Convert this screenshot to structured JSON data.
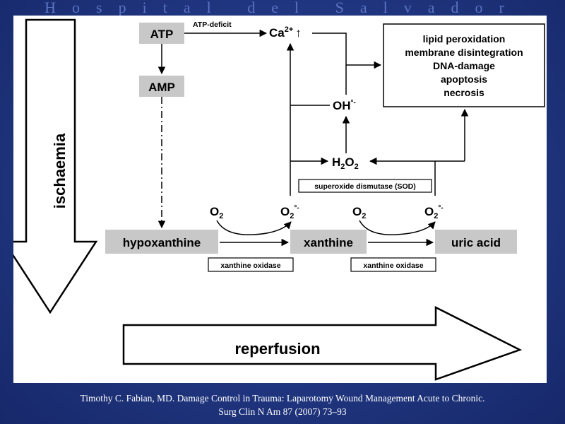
{
  "header": {
    "title": "Hospital del Salvador"
  },
  "diagram": {
    "nodes": {
      "atp": "ATP",
      "amp": "AMP",
      "ca": "Ca",
      "ca_sup": "2+",
      "ca_arrow": "↑",
      "oh": "OH",
      "oh_sup": "°-",
      "h2o2_h": "H",
      "h2o2_sub1": "2",
      "h2o2_o": "O",
      "h2o2_sub2": "2",
      "hypoxanthine": "hypoxanthine",
      "xanthine": "xanthine",
      "uric_acid": "uric acid",
      "o2_1": "O",
      "o2_1_sub": "2",
      "o2r_1": "O",
      "o2r_1_sub": "2",
      "o2r_1_sup": "°-",
      "o2_2": "O",
      "o2_2_sub": "2",
      "o2r_2": "O",
      "o2r_2_sub": "2",
      "o2r_2_sup": "°-"
    },
    "labels": {
      "atp_deficit": "ATP-deficit",
      "sod": "superoxide dismutase (SOD)",
      "xo1": "xanthine oxidase",
      "xo2": "xanthine oxidase"
    },
    "outcomes": [
      "lipid peroxidation",
      "membrane disintegration",
      "DNA-damage",
      "apoptosis",
      "necrosis"
    ],
    "ischaemia": "ischaemia",
    "reperfusion": "reperfusion",
    "colors": {
      "box_fill": "#c8c8c8",
      "stroke": "#000000"
    }
  },
  "citation": {
    "line1": "Timothy C. Fabian, MD. Damage Control in Trauma: Laparotomy Wound Management Acute to Chronic.",
    "line2": "Surg Clin N Am 87 (2007) 73–93"
  }
}
